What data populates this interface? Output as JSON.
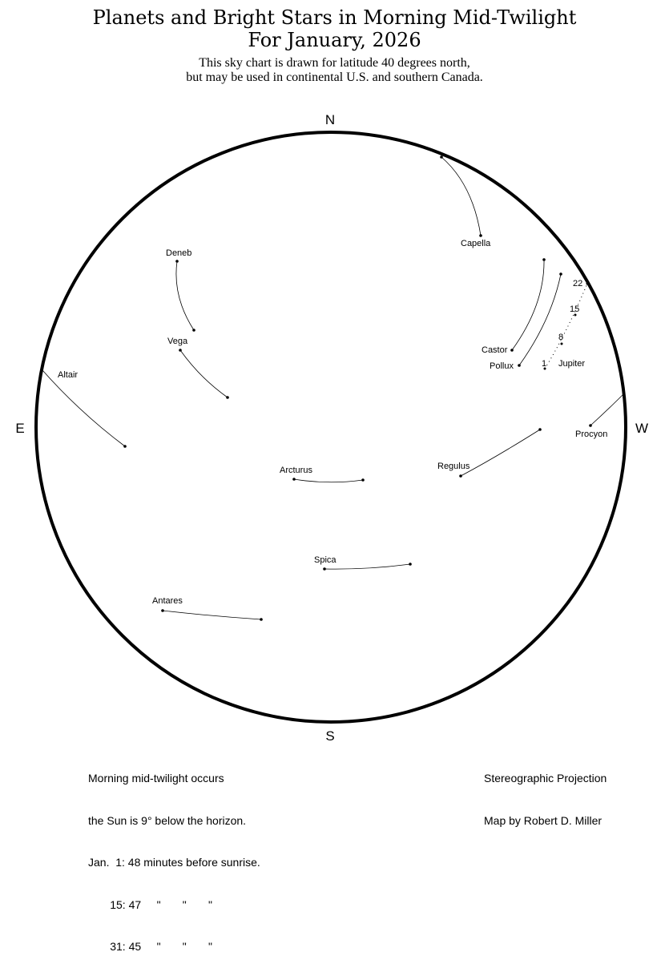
{
  "header": {
    "title_line1": "Planets and Bright Stars in Morning Mid-Twilight",
    "title_line2": "For January, 2026",
    "subtitle_line1": "This sky chart is drawn for latitude 40 degrees north,",
    "subtitle_line2": "but may be used in continental U.S. and southern Canada."
  },
  "compass": {
    "north": "N",
    "south": "S",
    "east": "E",
    "west": "W"
  },
  "stars": [
    {
      "name": "Capella",
      "label": "Capella"
    },
    {
      "name": "Deneb",
      "label": "Deneb"
    },
    {
      "name": "Vega",
      "label": "Vega"
    },
    {
      "name": "Castor",
      "label": "Castor"
    },
    {
      "name": "Pollux",
      "label": "Pollux"
    },
    {
      "name": "Altair",
      "label": "Altair"
    },
    {
      "name": "Procyon",
      "label": "Procyon"
    },
    {
      "name": "Arcturus",
      "label": "Arcturus"
    },
    {
      "name": "Regulus",
      "label": "Regulus"
    },
    {
      "name": "Spica",
      "label": "Spica"
    },
    {
      "name": "Antares",
      "label": "Antares"
    }
  ],
  "planet": {
    "name": "Jupiter",
    "label": "Jupiter",
    "dates": [
      "1",
      "8",
      "15",
      "22"
    ]
  },
  "notes_left": {
    "line1": "Morning mid-twilight occurs",
    "line2": "the Sun is 9° below the horizon.",
    "line3": "Jan.  1: 48 minutes before sunrise.",
    "line4": "       15: 47     \"       \"       \"",
    "line5": "       31: 45     \"       \"       \""
  },
  "notes_right": {
    "line1": "Stereographic Projection",
    "line2": "Map by Robert D. Miller"
  }
}
